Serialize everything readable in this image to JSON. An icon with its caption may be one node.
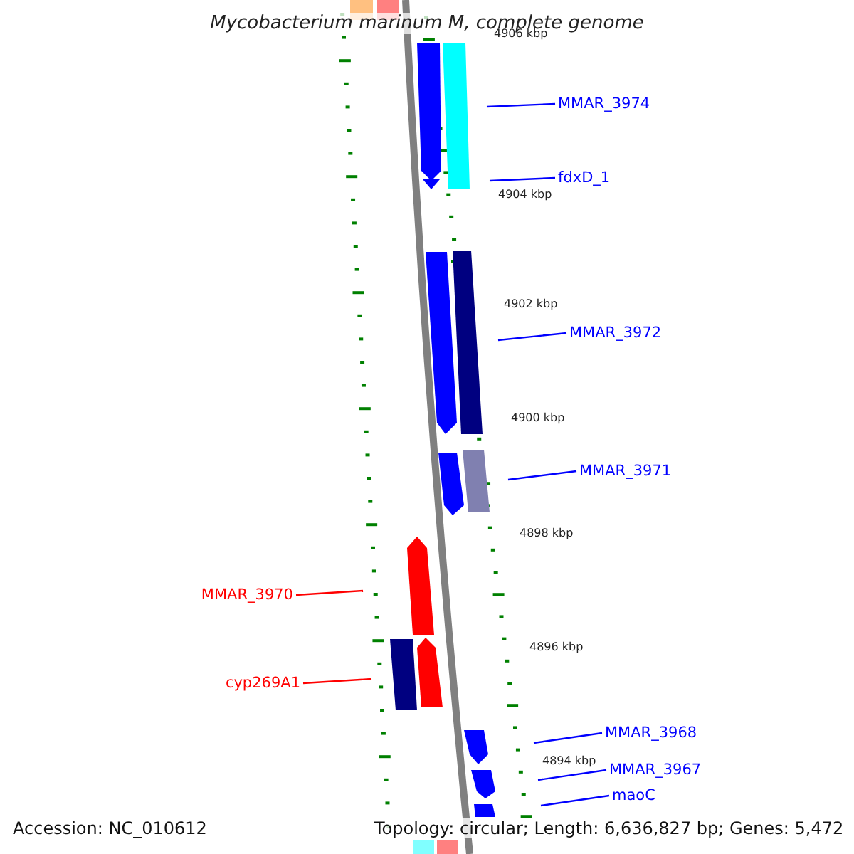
{
  "diagram": {
    "title": "Mycobacterium marinum M, complete genome",
    "nodes": [
      {
        "text": [
          "MMAR_3974"
        ]
      },
      {
        "text": [
          "fdxD_1"
        ]
      },
      {
        "text": [
          "MMAR_3972"
        ]
      },
      {
        "text": [
          "MMAR_3971"
        ]
      },
      {
        "text": [
          "MMAR_3970"
        ]
      },
      {
        "text": [
          "cyp269A1"
        ]
      },
      {
        "text": [
          "MMAR_3968"
        ]
      },
      {
        "text": [
          "MMAR_3967"
        ]
      },
      {
        "text": [
          "maoC"
        ]
      }
    ],
    "edges": [
      {
        "from": 0,
        "to": null,
        "arrow": "none"
      },
      {
        "from": 1,
        "to": null,
        "arrow": "none"
      },
      {
        "from": 2,
        "to": null,
        "arrow": "none"
      },
      {
        "from": 3,
        "to": null,
        "arrow": "none"
      },
      {
        "from": 4,
        "to": null,
        "arrow": "none",
        "color": "#ff0000"
      },
      {
        "from": 5,
        "to": null,
        "arrow": "none",
        "color": "#ff0000"
      },
      {
        "from": 6,
        "to": null,
        "arrow": "none"
      },
      {
        "from": 7,
        "to": null,
        "arrow": "none"
      },
      {
        "from": 8,
        "to": null,
        "arrow": "none"
      }
    ],
    "labels": [
      "4906 kbp",
      "4904 kbp",
      "4902 kbp",
      "4900 kbp",
      "4898 kbp",
      "4896 kbp",
      "4894 kbp",
      "Accession: NC_010612",
      "Topology: circular; Length: 6,636,827 bp; Genes: 5,472"
    ]
  }
}
